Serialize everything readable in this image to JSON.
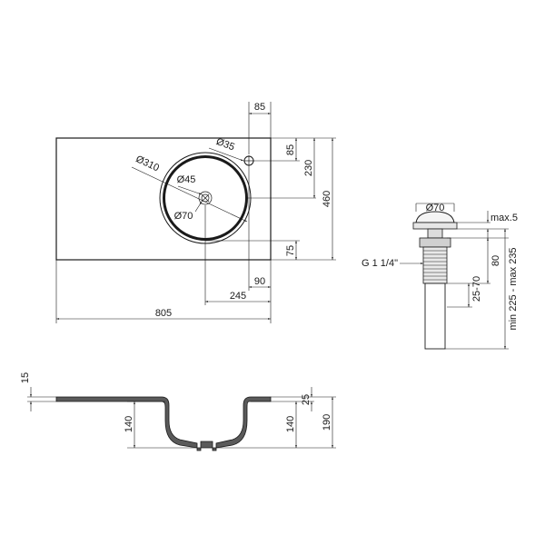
{
  "plan": {
    "top_dims": {
      "tap_offset": "85",
      "tap_hole_offset": "85",
      "bowl_offset": "230",
      "depth": "460",
      "front_offset": "75",
      "bowl_center": "245",
      "tap_center": "90",
      "width": "805"
    },
    "diameters": {
      "tap_hole": "Ø35",
      "bowl": "Ø310",
      "drain_inner": "Ø45",
      "drain_outer": "Ø70"
    }
  },
  "drain": {
    "cap_dia": "Ø70",
    "max_gap": "max.5",
    "thread": "G 1 1/4\"",
    "height": "80",
    "range": "25-70",
    "total": "min 225 - max 235"
  },
  "section": {
    "thickness": "15",
    "bowl_depth_left": "140",
    "rim": "25",
    "bowl_depth_right": "140",
    "total_height": "190"
  }
}
